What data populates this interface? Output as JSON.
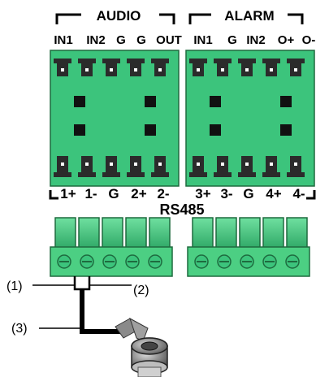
{
  "groups": {
    "audio": {
      "title": "AUDIO",
      "top_pins": [
        "IN1",
        "IN2",
        "G",
        "G",
        "OUT"
      ],
      "bottom_pins": [
        "1+",
        "1-",
        "G",
        "2+",
        "2-"
      ]
    },
    "alarm": {
      "title": "ALARM",
      "top_pins": [
        "IN1",
        "G",
        "IN2",
        "O+",
        "O-"
      ],
      "bottom_pins": [
        "3+",
        "3-",
        "G",
        "4+",
        "4-"
      ]
    }
  },
  "bottom_label": "RS485",
  "callouts": [
    "(1)",
    "(2)",
    "(3)"
  ],
  "colors": {
    "board": "#3cc47c",
    "board_dark": "#1e6b3f",
    "connector": "#2b2b2b",
    "block_green": "#4ccf83"
  }
}
